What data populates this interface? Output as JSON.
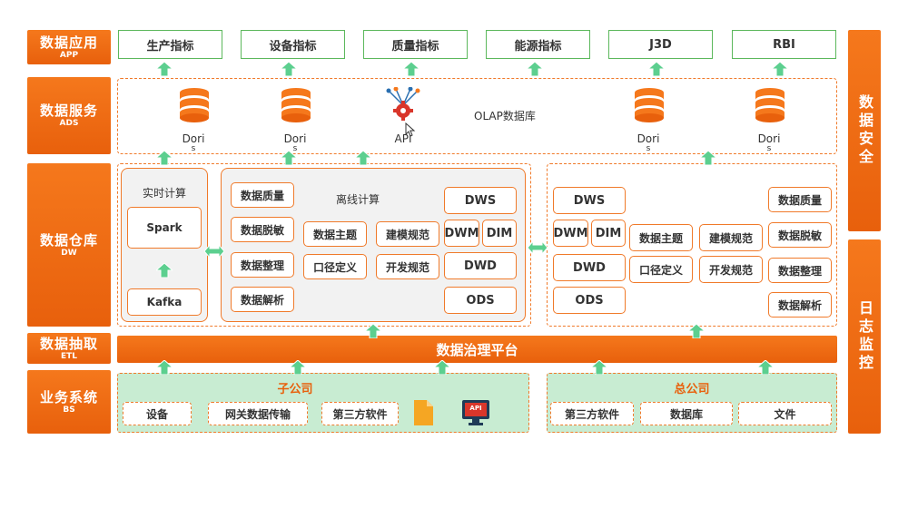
{
  "layers": [
    {
      "cn": "数据应用",
      "en": "APP"
    },
    {
      "cn": "数据服务",
      "en": "ADS"
    },
    {
      "cn": "数据仓库",
      "en": "DW"
    },
    {
      "cn": "数据抽取",
      "en": "ETL"
    },
    {
      "cn": "业务系统",
      "en": "BS"
    }
  ],
  "side": {
    "security": "数据安全",
    "monitor": "日志监控"
  },
  "apps": [
    "生产指标",
    "设备指标",
    "质量指标",
    "能源指标",
    "J3D",
    "RBI"
  ],
  "ads": {
    "doris_label_a": "Dori",
    "doris_label_b": "s",
    "api_label": "API",
    "olap_label": "OLAP数据库"
  },
  "realtime": {
    "title": "实时计算",
    "spark": "Spark",
    "kafka": "Kafka"
  },
  "offline": {
    "title": "离线计算",
    "gov": [
      "数据质量",
      "数据脱敏",
      "数据整理",
      "数据解析"
    ],
    "mid": [
      "数据主题",
      "建模规范",
      "口径定义",
      "开发规范"
    ],
    "layers": {
      "dws": "DWS",
      "dwm": "DWM",
      "dim": "DIM",
      "dwd": "DWD",
      "ods": "ODS"
    }
  },
  "hq_dw": {
    "layers": {
      "dws": "DWS",
      "dwm": "DWM",
      "dim": "DIM",
      "dwd": "DWD",
      "ods": "ODS"
    },
    "mid": [
      "数据主题",
      "建模规范",
      "口径定义",
      "开发规范"
    ],
    "gov": [
      "数据质量",
      "数据脱敏",
      "数据整理",
      "数据解析"
    ]
  },
  "etl": {
    "platform": "数据治理平台"
  },
  "bs": {
    "sub": {
      "title": "子公司",
      "items": [
        "设备",
        "网关数据传输",
        "第三方软件"
      ],
      "api_icon_label": "API"
    },
    "hq": {
      "title": "总公司",
      "items": [
        "第三方软件",
        "数据库",
        "文件"
      ]
    }
  }
}
